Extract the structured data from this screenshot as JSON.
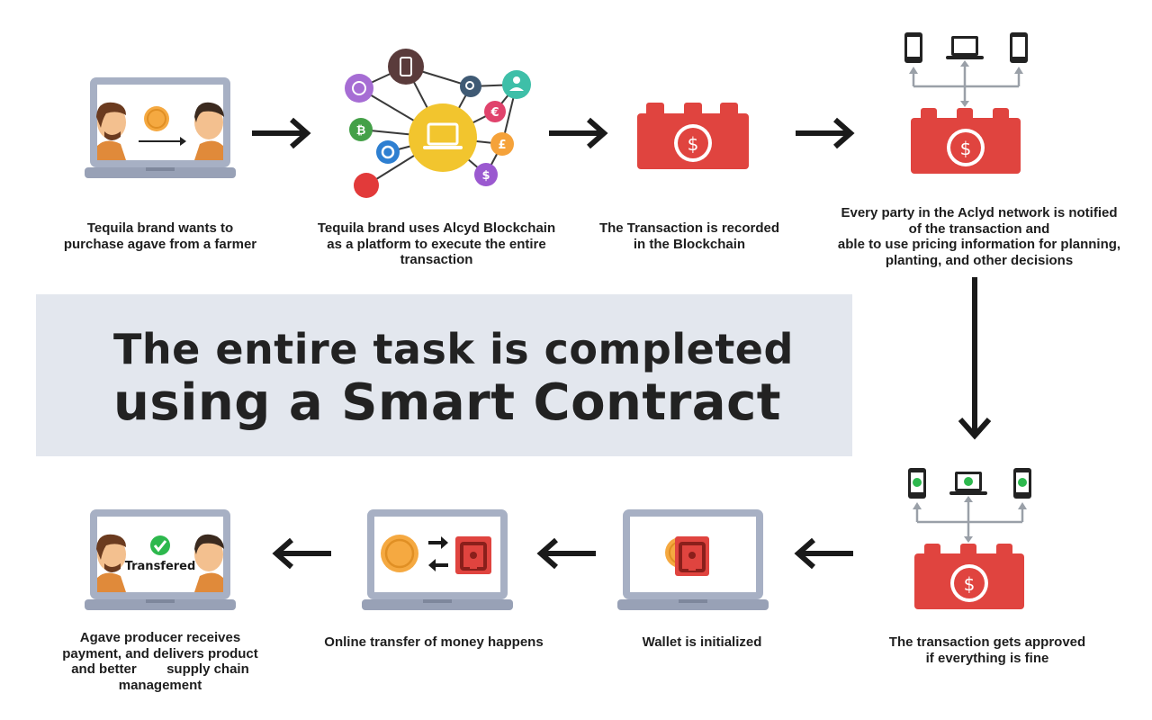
{
  "top_row": {
    "step1": {
      "caption": [
        "Tequila brand wants to",
        "purchase agave from a farmer"
      ]
    },
    "step2": {
      "caption": [
        "Tequila brand uses Alcyd Blockchain",
        "as a platform to execute the entire",
        "transaction"
      ]
    },
    "step3": {
      "caption": [
        "The Transaction is recorded",
        "in the Blockchain"
      ]
    },
    "step4": {
      "caption": [
        "Every party in the Aclyd network is notified",
        "of the transaction and",
        "able to use pricing information for planning,",
        "planting, and other decisions"
      ]
    }
  },
  "banner": {
    "line1": "The entire task is completed",
    "line2": "using a Smart Contract"
  },
  "bottom_row": {
    "step5": {
      "caption": [
        "The transaction gets approved",
        "if everything is fine"
      ]
    },
    "step6": {
      "caption": [
        "Wallet is initialized"
      ]
    },
    "step7": {
      "caption": [
        "Online transfer of money happens"
      ]
    },
    "step8": {
      "caption": [
        "Agave producer receives",
        "payment, and delivers product",
        "and better        supply chain",
        "management"
      ],
      "screen_label": "Transfered"
    }
  },
  "icons": {
    "blockchain_symbol": "$",
    "currency_symbols": [
      "₿",
      "€",
      "£",
      "$"
    ]
  },
  "colors": {
    "block_red": "#e0443f",
    "coin_orange": "#f5a941",
    "hub_yellow": "#f2c52e",
    "check_green": "#2db84d",
    "laptop_frame": "#a7b0c4"
  }
}
